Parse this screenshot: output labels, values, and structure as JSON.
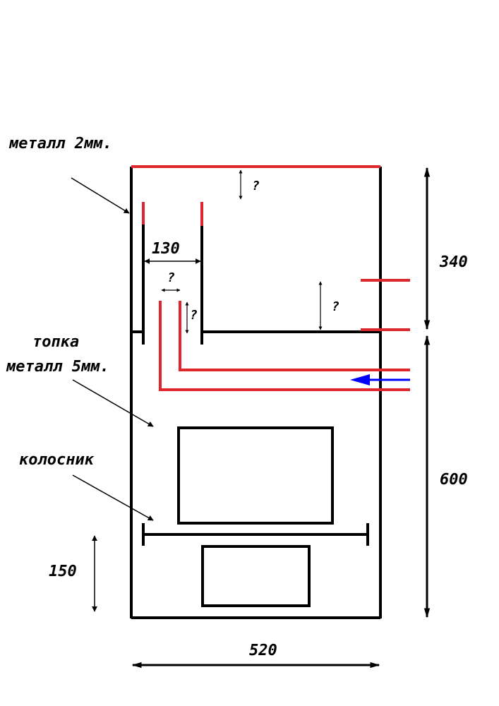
{
  "labels": {
    "metal_2mm": "металл 2мм.",
    "firebox": "топка",
    "metal_5mm": "металл 5мм.",
    "grate": "колосник"
  },
  "dimensions": {
    "width_total": "520",
    "height_upper": "340",
    "height_lower": "600",
    "inner_gap": "130",
    "ash_height": "150"
  },
  "unknowns": {
    "q_top": "?",
    "q_gap_width": "?",
    "q_gap_height": "?",
    "q_right": "?"
  },
  "colors": {
    "body_line": "#000000",
    "metal_2mm_line": "#e0262d",
    "flow_arrow": "#0000ff"
  },
  "icons": {
    "flow_arrow": "left-arrow-icon"
  }
}
